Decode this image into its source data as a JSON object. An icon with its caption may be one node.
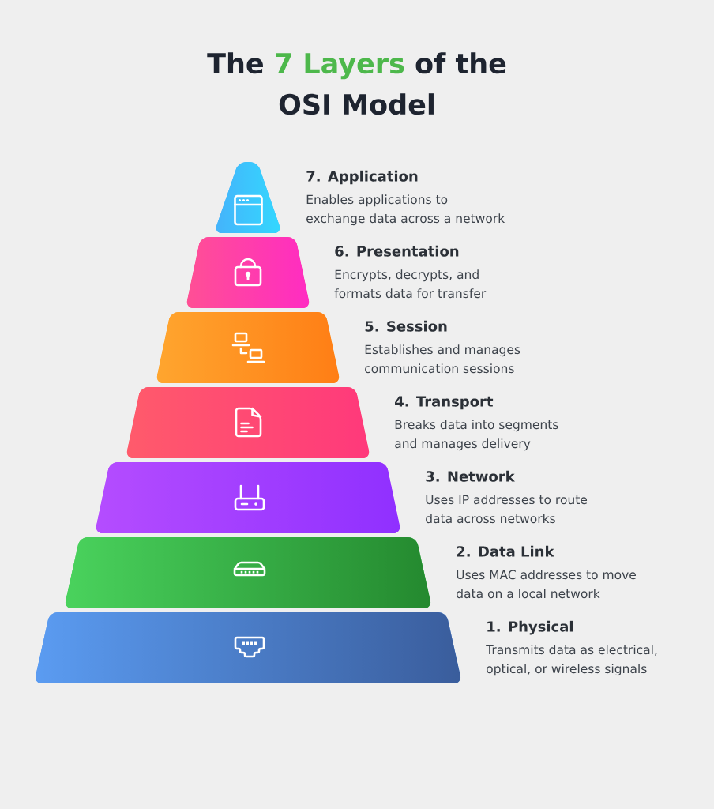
{
  "diagram": {
    "title": "The **7 Layers** of the OSI Model",
    "nodes": [
      {
        "text": [
          "7. Application",
          "Enables applications to exchange data across a network"
        ]
      },
      {
        "text": [
          "6. Presentation",
          "Encrypts, decrypts, and formats data for transfer"
        ]
      },
      {
        "text": [
          "5. Session",
          "Establishes and manages communication sessions"
        ]
      },
      {
        "text": [
          "4. Transport",
          "Breaks data into segments and manages delivery"
        ]
      },
      {
        "text": [
          "3. Network",
          "Uses IP addresses to route data across networks"
        ]
      },
      {
        "text": [
          "2. Data Link",
          "Uses MAC addresses to move data on a local network"
        ]
      },
      {
        "text": [
          "1. Physical",
          "Transmits data as electrical, optical, or wireless signals"
        ]
      }
    ]
  }
}
